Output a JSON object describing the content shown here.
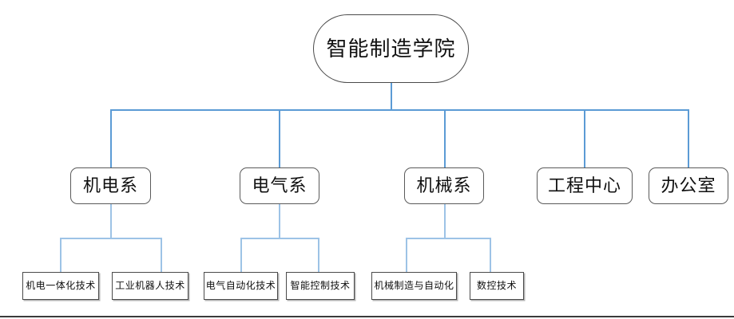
{
  "diagram": {
    "type": "organization-chart",
    "title_node": "智能制造学院",
    "colors": {
      "connector_primary": "#5B9BD5",
      "connector_secondary": "#9DC3E6",
      "node_border": "#4A4A4A",
      "node_fill": "#FFFFFF",
      "text": "#101010",
      "page_rule": "#3A3A3A"
    },
    "root": {
      "label": "智能制造学院"
    },
    "departments": [
      {
        "label": "机电系",
        "majors": [
          {
            "label": "机电一体化技术"
          },
          {
            "label": "工业机器人技术"
          }
        ]
      },
      {
        "label": "电气系",
        "majors": [
          {
            "label": "电气自动化技术"
          },
          {
            "label": "智能控制技术"
          }
        ]
      },
      {
        "label": "机械系",
        "majors": [
          {
            "label": "机械制造与自动化"
          },
          {
            "label": "数控技术"
          }
        ]
      },
      {
        "label": "工程中心",
        "majors": []
      },
      {
        "label": "办公室",
        "majors": []
      }
    ],
    "flat_majors": [
      "机电一体化技术",
      "工业机器人技术",
      "电气自动化技术",
      "智能控制技术",
      "机械制造与自动化",
      "数控技术"
    ]
  }
}
